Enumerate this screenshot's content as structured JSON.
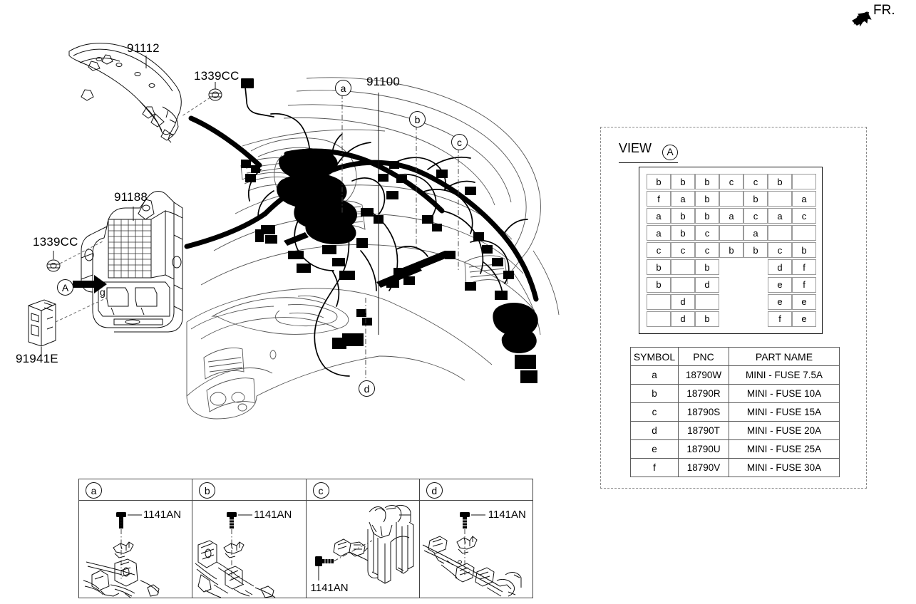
{
  "orientation": {
    "label": "FR.",
    "icon": "arrow-up-right-icon"
  },
  "main_diagram": {
    "part_labels": [
      {
        "id": "91112",
        "text": "91112"
      },
      {
        "id": "1339CC-top",
        "text": "1339CC"
      },
      {
        "id": "91188",
        "text": "91188"
      },
      {
        "id": "1339CC-left",
        "text": "1339CC"
      },
      {
        "id": "91941E",
        "text": "91941E"
      },
      {
        "id": "91100",
        "text": "91100"
      }
    ],
    "view_arrow_letter": "A",
    "callouts": [
      {
        "letter": "a"
      },
      {
        "letter": "b"
      },
      {
        "letter": "c"
      },
      {
        "letter": "d"
      }
    ]
  },
  "view_a": {
    "title": "VIEW",
    "title_circle": "A",
    "center_label": "g",
    "fuse_grid": [
      [
        "b",
        "b",
        "b",
        "c",
        "c",
        "b",
        ""
      ],
      [
        "f",
        "a",
        "b",
        "",
        "b",
        "",
        "a"
      ],
      [
        "a",
        "b",
        "b",
        "a",
        "c",
        "a",
        "c"
      ],
      [
        "a",
        "b",
        "c",
        "",
        "a",
        "",
        ""
      ],
      [
        "c",
        "c",
        "c",
        "b",
        "b",
        "c",
        "b"
      ],
      [
        "b",
        "",
        "b",
        null,
        null,
        "d",
        "f"
      ],
      [
        "b",
        "",
        "d",
        null,
        null,
        "e",
        "f"
      ],
      [
        "",
        "d",
        "",
        null,
        null,
        "e",
        "e"
      ],
      [
        "",
        "d",
        "b",
        null,
        null,
        "f",
        "e"
      ]
    ],
    "symbol_table": {
      "headers": [
        "SYMBOL",
        "PNC",
        "PART NAME"
      ],
      "rows": [
        {
          "symbol": "a",
          "pnc": "18790W",
          "part_name": "MINI - FUSE 7.5A"
        },
        {
          "symbol": "b",
          "pnc": "18790R",
          "part_name": "MINI - FUSE 10A"
        },
        {
          "symbol": "c",
          "pnc": "18790S",
          "part_name": "MINI - FUSE 15A"
        },
        {
          "symbol": "d",
          "pnc": "18790T",
          "part_name": "MINI - FUSE 20A"
        },
        {
          "symbol": "e",
          "pnc": "18790U",
          "part_name": "MINI - FUSE 25A"
        },
        {
          "symbol": "f",
          "pnc": "18790V",
          "part_name": "MINI - FUSE 30A"
        }
      ]
    }
  },
  "detail_panels": [
    {
      "letter": "a",
      "fastener": "1141AN"
    },
    {
      "letter": "b",
      "fastener": "1141AN"
    },
    {
      "letter": "c",
      "fastener": "1141AN"
    },
    {
      "letter": "d",
      "fastener": "1141AN"
    }
  ]
}
